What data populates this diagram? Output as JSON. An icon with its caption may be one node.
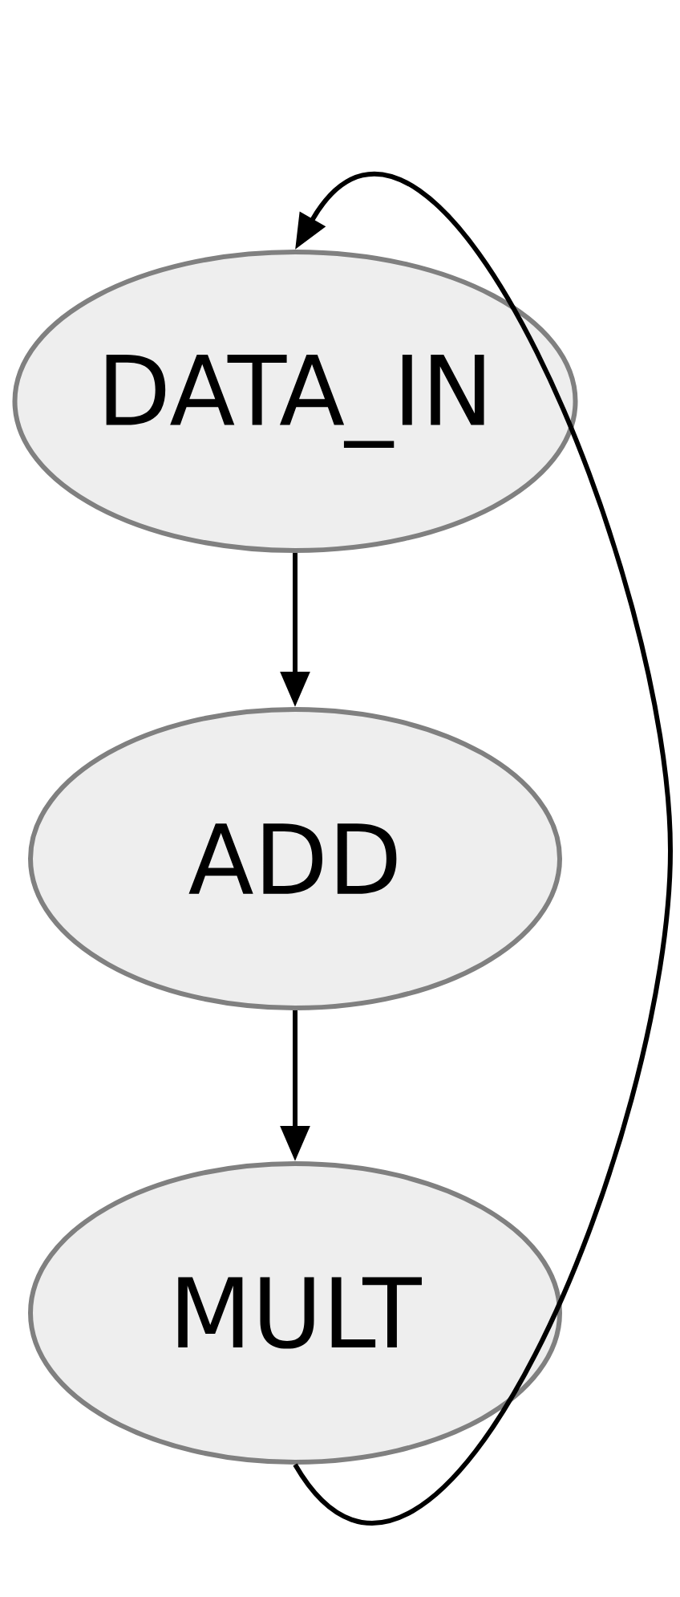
{
  "diagram": {
    "nodes": [
      {
        "text": [
          "DATA_IN"
        ]
      },
      {
        "text": [
          "ADD"
        ]
      },
      {
        "text": [
          "MULT"
        ]
      }
    ],
    "edges": [
      {
        "from": 0,
        "to": 1,
        "arrow": "to"
      },
      {
        "from": 1,
        "to": 2,
        "arrow": "to"
      },
      {
        "from": 2,
        "to": 0,
        "arrow": "to"
      }
    ]
  }
}
